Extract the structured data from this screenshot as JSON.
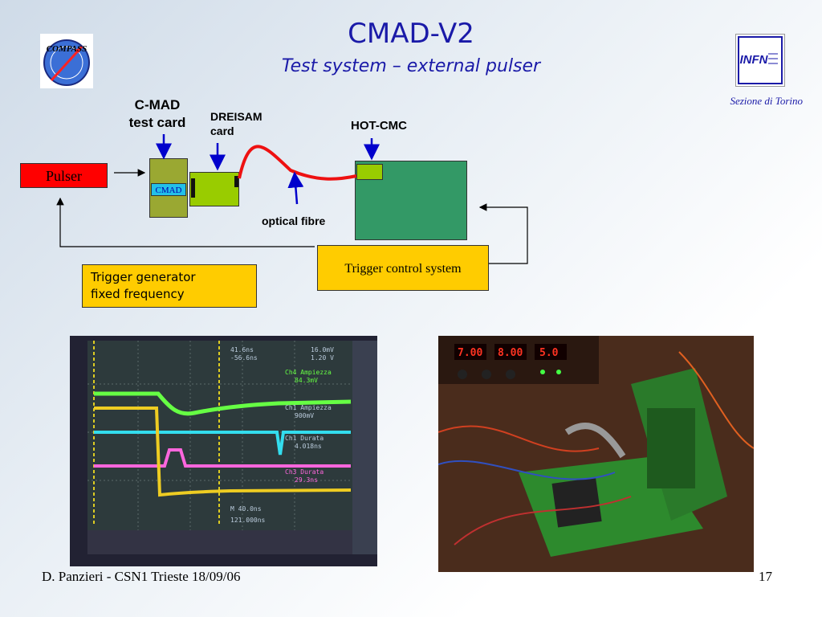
{
  "slide": {
    "title": "CMAD-V2",
    "subtitle": "Test system – external pulser",
    "sezione": "Sezione di Torino",
    "logo_left": "COMPASS",
    "logo_right": "INFN"
  },
  "diagram": {
    "cmad_test_card_l1": "C-MAD",
    "cmad_test_card_l2": "test card",
    "dreisam_l1": "DREISAM",
    "dreisam_l2": "card",
    "hot_cmc": "HOT-CMC",
    "pulser": "Pulser",
    "cmad_chip": "CMAD",
    "optical_fibre": "optical fibre",
    "trigger_control": "Trigger control system",
    "trigger_gen_l1": "Trigger generator",
    "trigger_gen_l2": "fixed frequency"
  },
  "scope": {
    "readout_a1": "41.6ns",
    "readout_a2": "-56.6ns",
    "readout_b1": "16.0mV",
    "readout_b2": "1.20 V",
    "ch4_amp_label": "Ch4 Ampiezza",
    "ch4_amp_val": "84.3mV",
    "ch1_amp_label": "Ch1 Ampiezza",
    "ch1_amp_val": "900mV",
    "ch1_dur_label": "Ch1 Durata",
    "ch1_dur_val": "4.018ns",
    "ch3_dur_label": "Ch3 Durata",
    "ch3_dur_val": "29.3ns",
    "timebase": "M 40.0ns",
    "trig_offset": "121.000ns",
    "colors": {
      "green": "#66ff44",
      "cyan": "#33ddee",
      "magenta": "#ff66dd",
      "yellow": "#eecc22"
    }
  },
  "bench": {
    "display1": "7.00",
    "display2": "8.00",
    "display3": "5.0"
  },
  "footer": {
    "author": "D. Panzieri - CSN1 Trieste 18/09/06",
    "page": "17"
  }
}
